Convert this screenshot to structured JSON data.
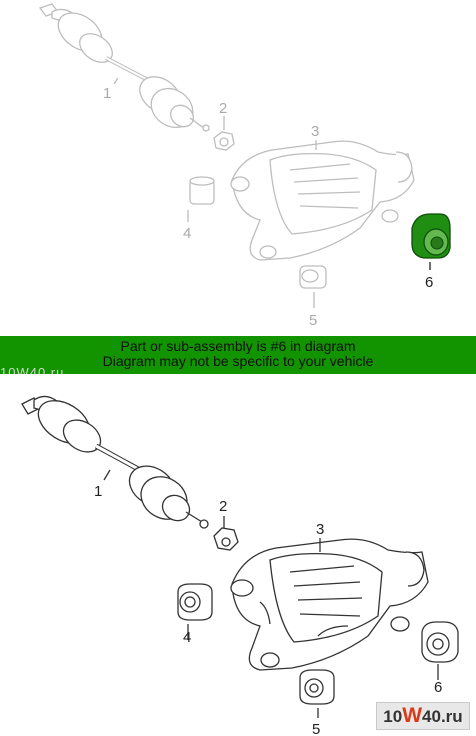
{
  "banner": {
    "line1": "Part or sub-assembly is #6 in diagram",
    "line2": "Diagram may not be specific to your vehicle"
  },
  "watermark": "10W40.ru",
  "brand": {
    "prefix": "10",
    "w": "W",
    "suffix": "40.ru"
  },
  "top_diagram": {
    "callouts": {
      "c1": "1",
      "c2": "2",
      "c3": "3",
      "c4": "4",
      "c5": "5",
      "c6": "6"
    },
    "highlight_color": "#1a8a10"
  },
  "bottom_diagram": {
    "callouts": {
      "c1": "1",
      "c2": "2",
      "c3": "3",
      "c4": "4",
      "c5": "5",
      "c6": "6"
    }
  }
}
